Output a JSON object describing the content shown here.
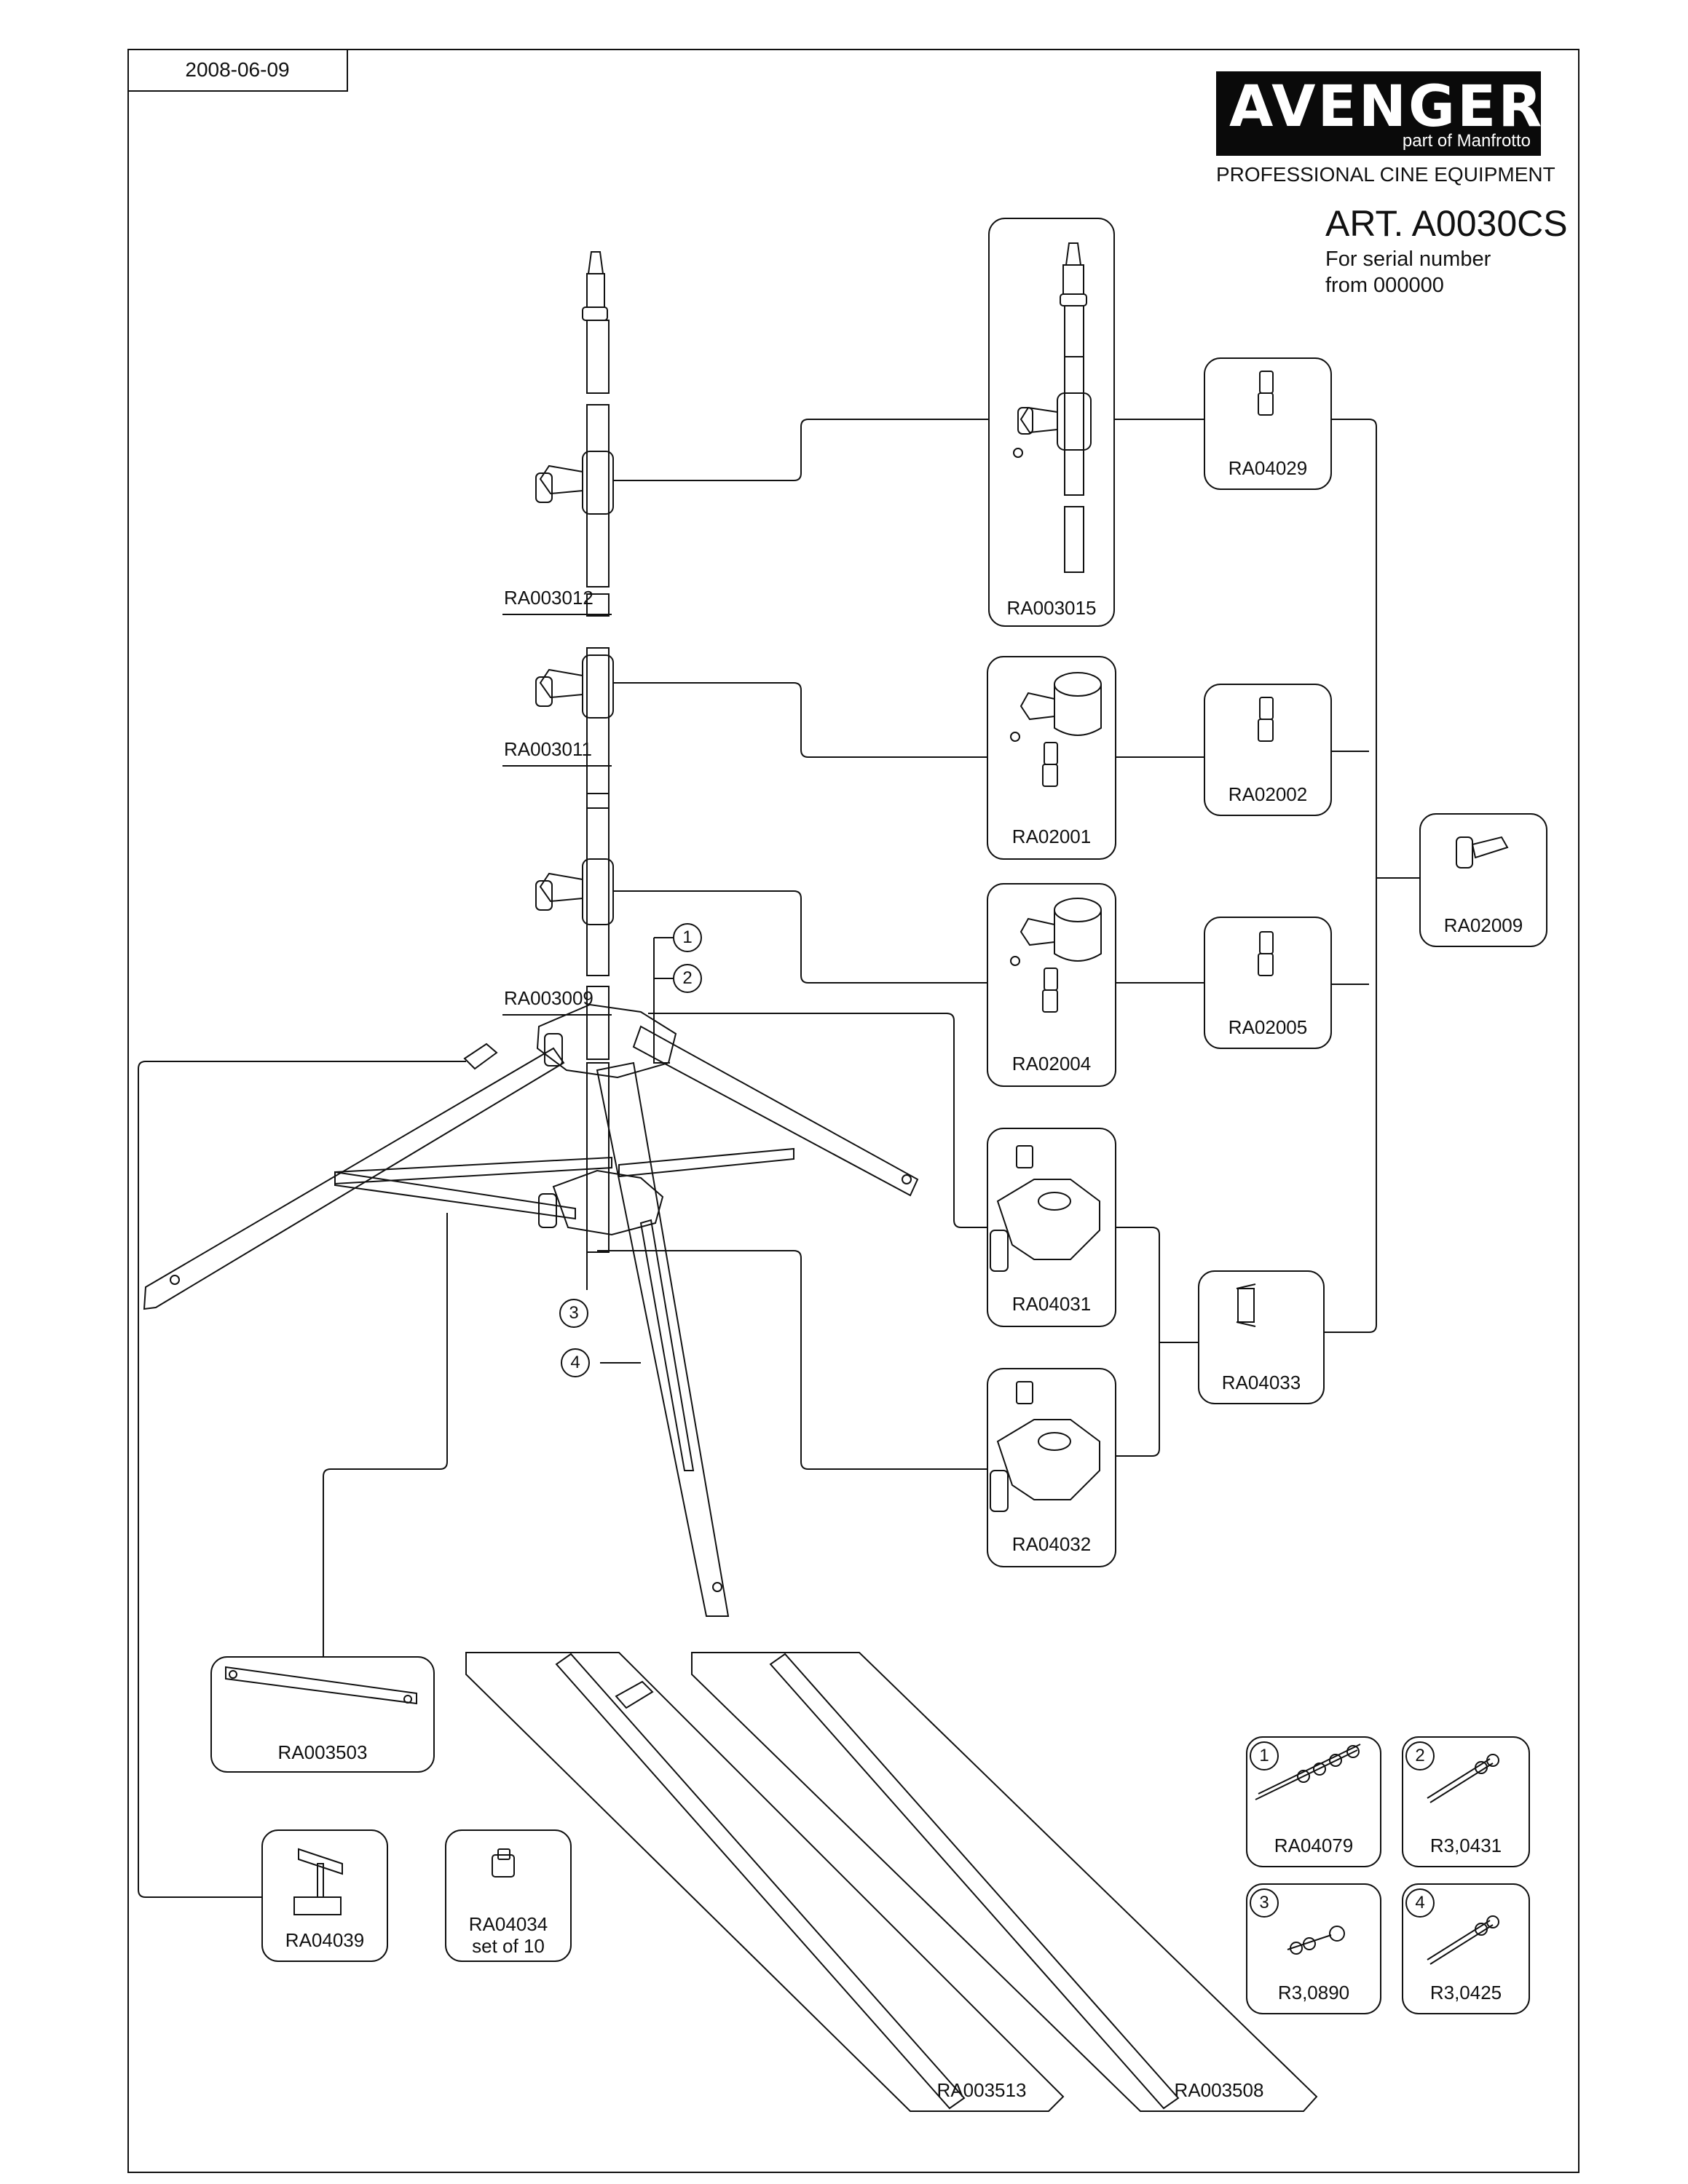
{
  "header": {
    "date": "2008-06-09",
    "brand": "AVENGER",
    "brand_sub": "part of Manfrotto",
    "tagline": "PROFESSIONAL CINE EQUIPMENT",
    "article": "ART. A0030CS",
    "serial_line1": "For serial number",
    "serial_line2": "from 000000"
  },
  "column_labels": {
    "top": "RA003012",
    "middle": "RA003011",
    "bottom": "RA003009"
  },
  "callouts": [
    "1",
    "2",
    "3",
    "4"
  ],
  "parts": {
    "ra003015": "RA003015",
    "ra04029": "RA04029",
    "ra02001": "RA02001",
    "ra02002": "RA02002",
    "ra02009": "RA02009",
    "ra02004": "RA02004",
    "ra02005": "RA02005",
    "ra04031": "RA04031",
    "ra04033": "RA04033",
    "ra04032": "RA04032",
    "ra003503": "RA003503",
    "ra003513": "RA003513",
    "ra003508": "RA003508",
    "ra04039": "RA04039",
    "ra04034": "RA04034",
    "ra04034_note": "set of 10",
    "ra04079": "RA04079",
    "r3_0431": "R3,0431",
    "r3_0890": "R3,0890",
    "r3_0425": "R3,0425"
  }
}
